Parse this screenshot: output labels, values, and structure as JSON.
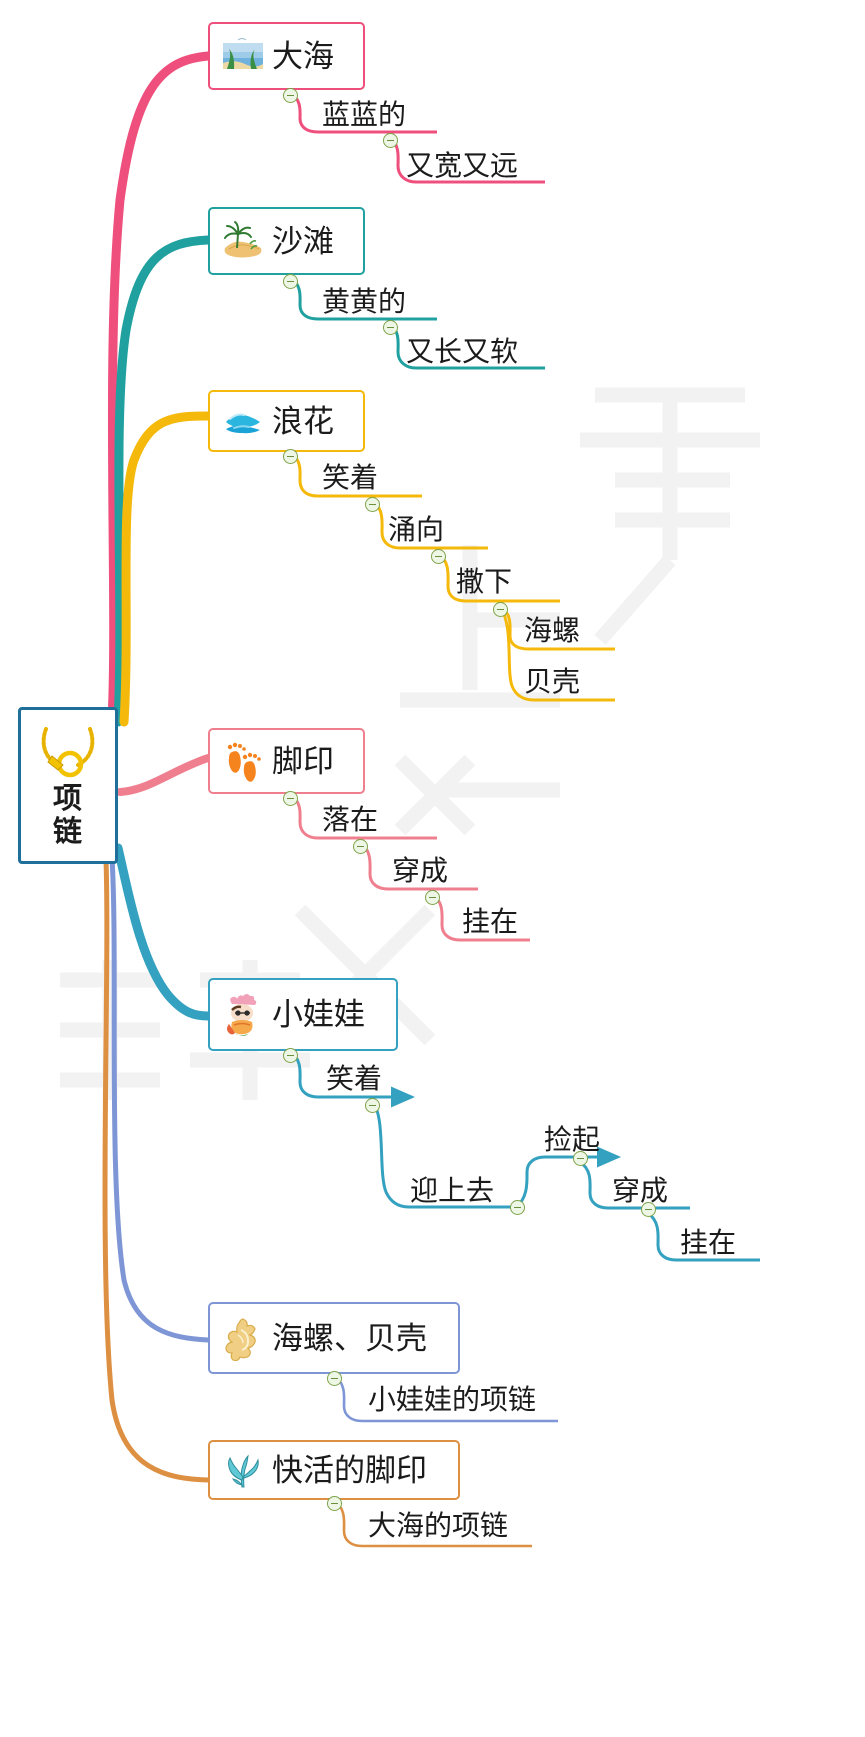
{
  "document": {
    "type": "mind-map",
    "title": "项链",
    "watermark": "鲤斗上岸"
  },
  "root": {
    "label": "项\n链",
    "icon": "necklace-icon",
    "border_color": "#1f6f9b"
  },
  "branches": [
    {
      "id": "sea",
      "label": "大海",
      "icon": "sea-beach-icon",
      "color": "#ef4f7c",
      "children": [
        {
          "label": "蓝蓝的"
        },
        {
          "label": "又宽又远"
        }
      ]
    },
    {
      "id": "beach",
      "label": "沙滩",
      "icon": "sand-dune-palm-icon",
      "color": "#21a0a0",
      "children": [
        {
          "label": "黄黄的"
        },
        {
          "label": "又长又软"
        }
      ]
    },
    {
      "id": "wave",
      "label": "浪花",
      "icon": "wave-icon",
      "color": "#f5b90b",
      "children": [
        {
          "label": "笑着"
        },
        {
          "label": "涌向"
        },
        {
          "label": "撒下"
        },
        {
          "label": "海螺"
        },
        {
          "label": "贝壳"
        }
      ]
    },
    {
      "id": "footprint",
      "label": "脚印",
      "icon": "footprints-icon",
      "color": "#ef7f8e",
      "children": [
        {
          "label": "落在"
        },
        {
          "label": "穿成"
        },
        {
          "label": "挂在"
        }
      ]
    },
    {
      "id": "doll",
      "label": "小娃娃",
      "icon": "little-doll-icon",
      "color": "#33a1bf",
      "children": [
        {
          "label": "笑着"
        },
        {
          "label": "迎上去"
        },
        {
          "label": "捡起"
        },
        {
          "label": "穿成"
        },
        {
          "label": "挂在"
        }
      ]
    },
    {
      "id": "shell",
      "label": "海螺、贝壳",
      "icon": "conch-shell-icon",
      "color": "#7f96d6",
      "children": [
        {
          "label": "小娃娃的项链"
        }
      ]
    },
    {
      "id": "happy-footprint",
      "label": "快活的脚印",
      "icon": "seaweed-icon",
      "color": "#dd8f42",
      "children": [
        {
          "label": "大海的项链"
        }
      ]
    }
  ]
}
